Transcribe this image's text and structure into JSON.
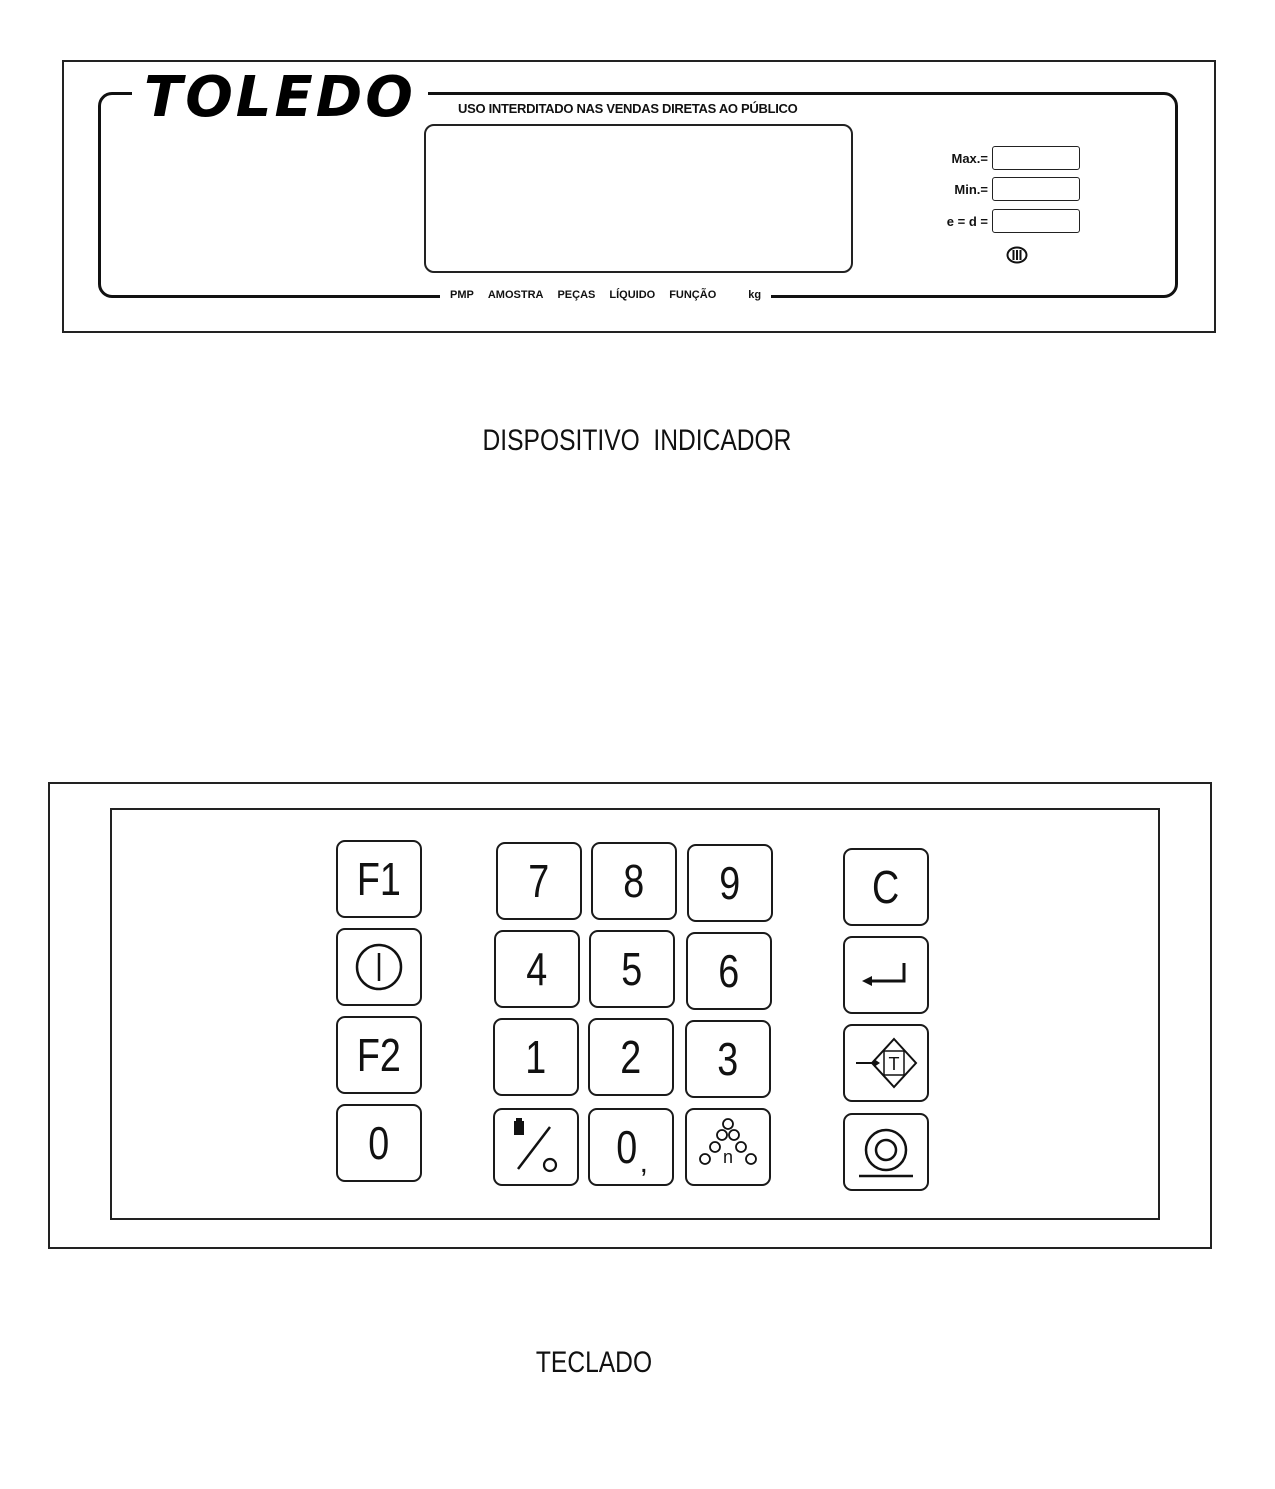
{
  "indicator": {
    "brand": "TOLEDO",
    "notice": "USO INTERDITADO NAS VENDAS DIRETAS AO PÚBLICO",
    "legends": [
      "PMP",
      "AMOSTRA",
      "PEÇAS",
      "LÍQUIDO",
      "FUNÇÃO",
      "kg"
    ],
    "specs": [
      {
        "label": "Max.=",
        "value": ""
      },
      {
        "label": "Min.=",
        "value": ""
      },
      {
        "label": "e = d =",
        "value": ""
      }
    ],
    "class_mark": "III"
  },
  "captions": {
    "indicator": "DISPOSITIVO  INDICADOR",
    "keyboard": "TECLADO"
  },
  "keyboard": {
    "keys": {
      "f1": "F1",
      "f2": "F2",
      "zero_left": "0",
      "seven": "7",
      "eight": "8",
      "nine": "9",
      "four": "4",
      "five": "5",
      "six": "6",
      "one": "1",
      "two": "2",
      "three": "3",
      "zero_comma": "0",
      "comma": ",",
      "clear": "C",
      "tare_t": "T",
      "count_n": "n"
    },
    "icons": {
      "power": "power-icon",
      "enter": "enter-arrow-icon",
      "tare": "tare-icon",
      "percent": "weight-percent-icon",
      "count": "piece-count-icon",
      "zero": "zero-target-icon"
    }
  }
}
